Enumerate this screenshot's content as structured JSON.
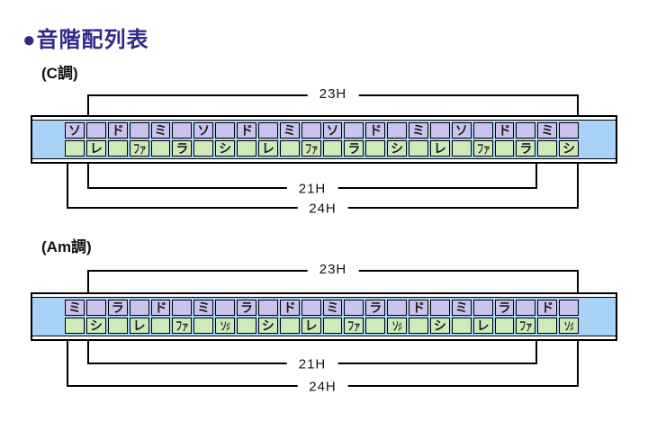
{
  "page": {
    "title": "●音階配列表"
  },
  "colors": {
    "title": "#32288c",
    "top_cell": "#c9c3ee",
    "bottom_cell": "#cdeab8",
    "cap_blue": "#a9d3f6",
    "line": "#000000"
  },
  "diagrams": [
    {
      "key_label": "(C調)",
      "dims": {
        "top": "23H",
        "mid": "21H",
        "bottom": "24H"
      },
      "top_row": [
        "ソ",
        "",
        "ド",
        "",
        "ミ",
        "",
        "ソ",
        "",
        "ド",
        "",
        "ミ",
        "",
        "ソ",
        "",
        "ド",
        "",
        "ミ",
        "",
        "ソ",
        "",
        "ド",
        "",
        "ミ",
        ""
      ],
      "bottom_row": [
        "",
        "レ",
        "",
        "ファ",
        "",
        "ラ",
        "",
        "シ",
        "",
        "レ",
        "",
        "ファ",
        "",
        "ラ",
        "",
        "シ",
        "",
        "レ",
        "",
        "ファ",
        "",
        "ラ",
        "",
        "シ"
      ]
    },
    {
      "key_label": "(Am調)",
      "dims": {
        "top": "23H",
        "mid": "21H",
        "bottom": "24H"
      },
      "top_row": [
        "ミ",
        "",
        "ラ",
        "",
        "ド",
        "",
        "ミ",
        "",
        "ラ",
        "",
        "ド",
        "",
        "ミ",
        "",
        "ラ",
        "",
        "ド",
        "",
        "ミ",
        "",
        "ラ",
        "",
        "ド",
        ""
      ],
      "bottom_row": [
        "",
        "シ",
        "",
        "レ",
        "",
        "ファ",
        "",
        "ソ♯",
        "",
        "シ",
        "",
        "レ",
        "",
        "ファ",
        "",
        "ソ♯",
        "",
        "シ",
        "",
        "レ",
        "",
        "ファ",
        "",
        "ソ♯"
      ]
    }
  ]
}
